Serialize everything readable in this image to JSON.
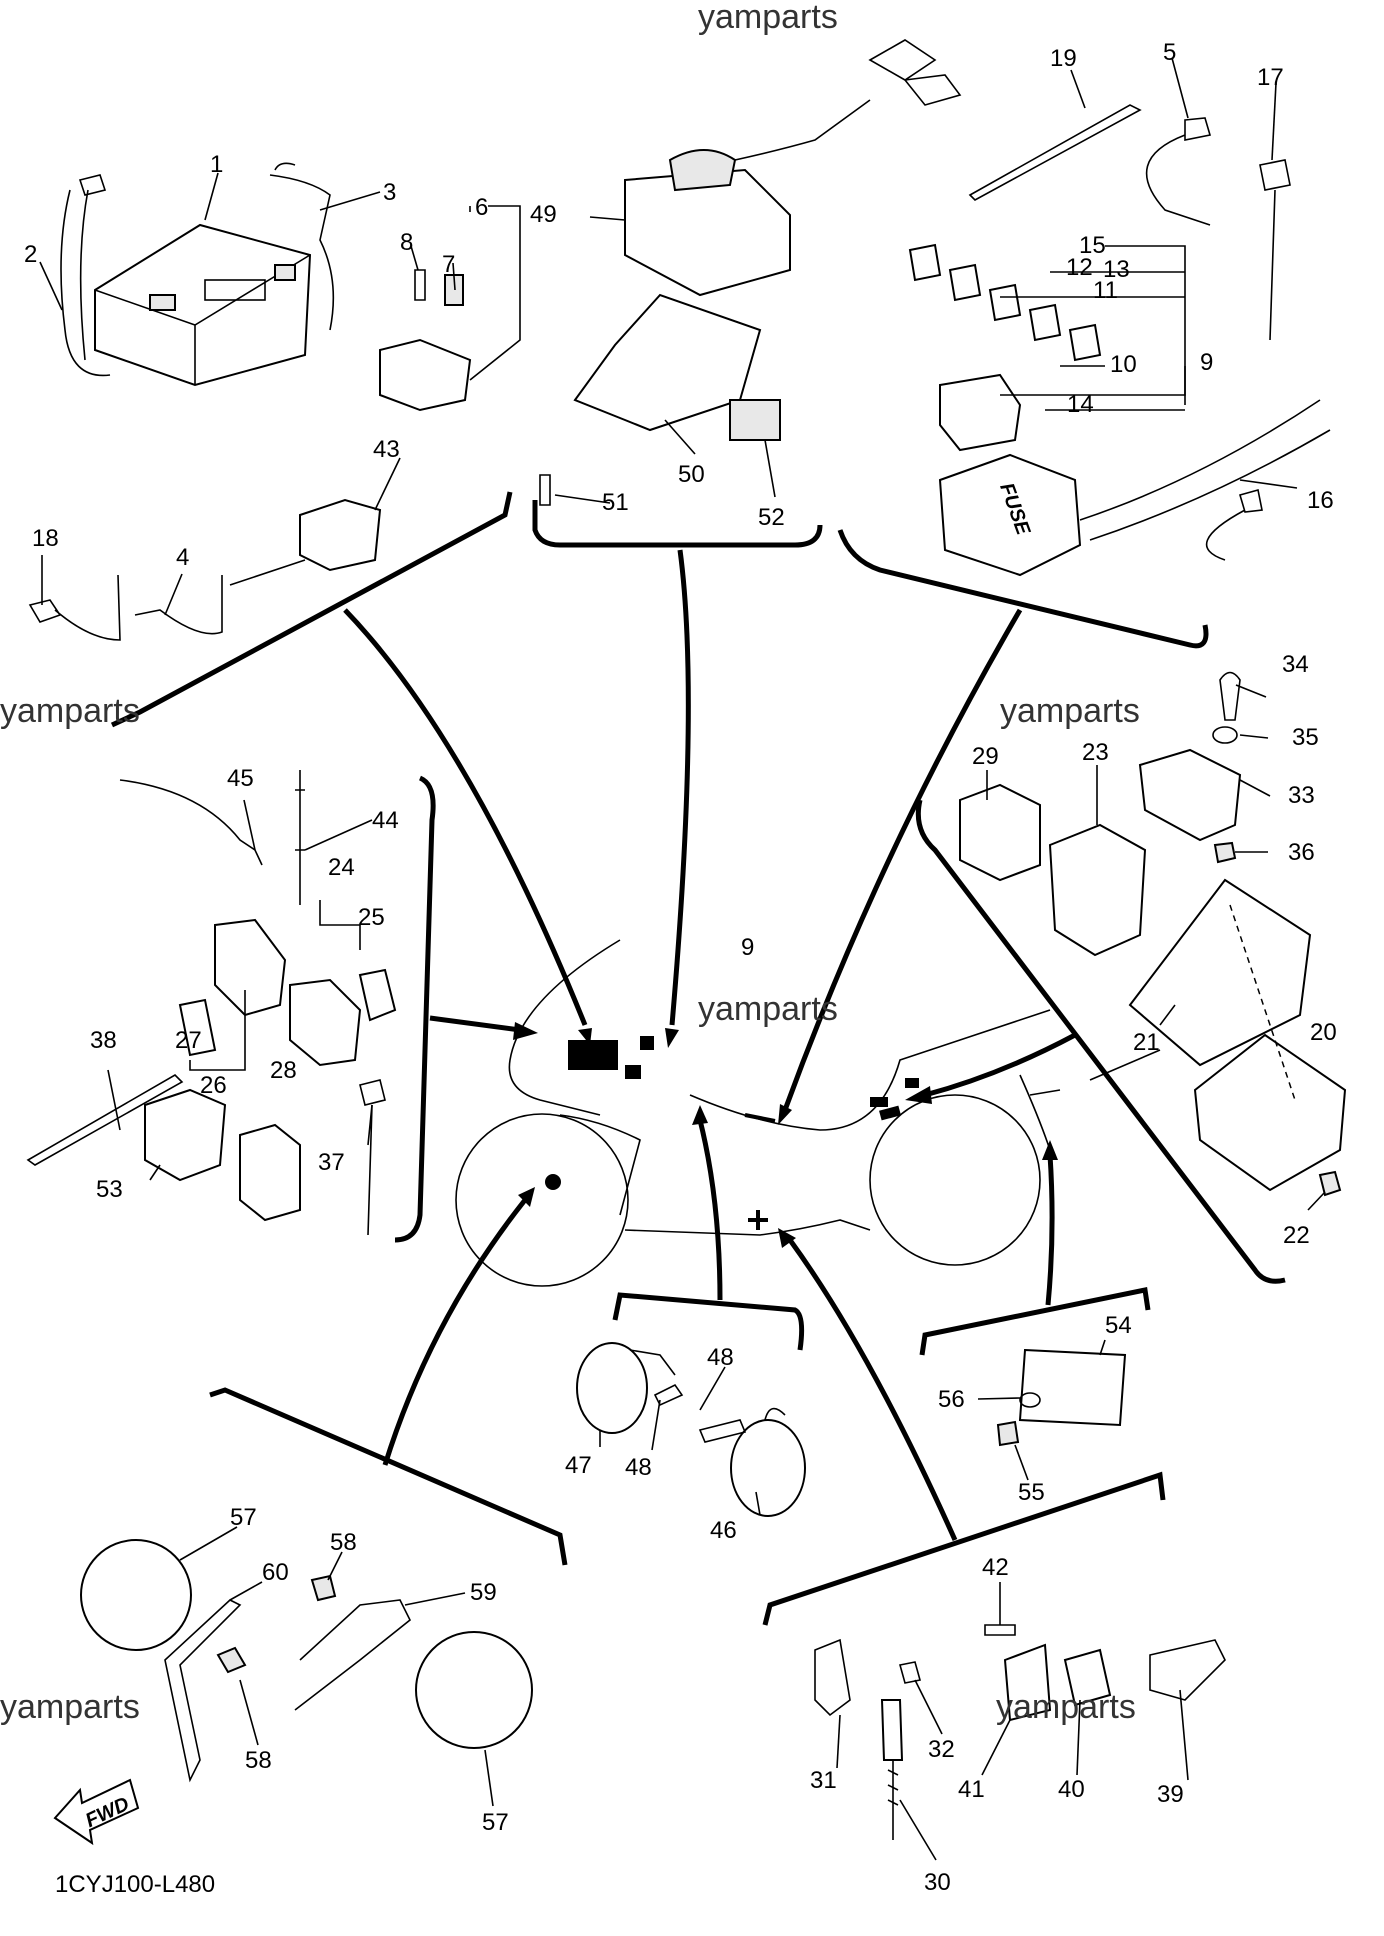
{
  "watermarks": [
    "yamparts",
    "yamparts",
    "yamparts",
    "yamparts",
    "yamparts",
    "yamparts"
  ],
  "diagram_code": "1CYJ100-L480",
  "fwd_label": "FWD",
  "callouts": {
    "c1": "1",
    "c2": "2",
    "c3": "3",
    "c4": "4",
    "c5": "5",
    "c6": "6",
    "c7": "7",
    "c8": "8",
    "c9a": "9",
    "c9b": "9",
    "c10": "10",
    "c11": "11",
    "c12": "12",
    "c13": "13",
    "c14": "14",
    "c15": "15",
    "c16": "16",
    "c17": "17",
    "c18": "18",
    "c19": "19",
    "c20": "20",
    "c21": "21",
    "c22": "22",
    "c23": "23",
    "c24": "24",
    "c25": "25",
    "c26": "26",
    "c27": "27",
    "c28": "28",
    "c29": "29",
    "c30": "30",
    "c31": "31",
    "c32": "32",
    "c33": "33",
    "c34": "34",
    "c35": "35",
    "c36": "36",
    "c37": "37",
    "c38": "38",
    "c39": "39",
    "c40": "40",
    "c41": "41",
    "c42": "42",
    "c43": "43",
    "c44": "44",
    "c45": "45",
    "c46": "46",
    "c47": "47",
    "c48a": "48",
    "c48b": "48",
    "c49": "49",
    "c50": "50",
    "c51": "51",
    "c52": "52",
    "c53": "53",
    "c54": "54",
    "c55": "55",
    "c56": "56",
    "c57a": "57",
    "c57b": "57",
    "c58a": "58",
    "c58b": "58",
    "c59": "59",
    "c60": "60"
  },
  "fuse_label": "FUSE"
}
